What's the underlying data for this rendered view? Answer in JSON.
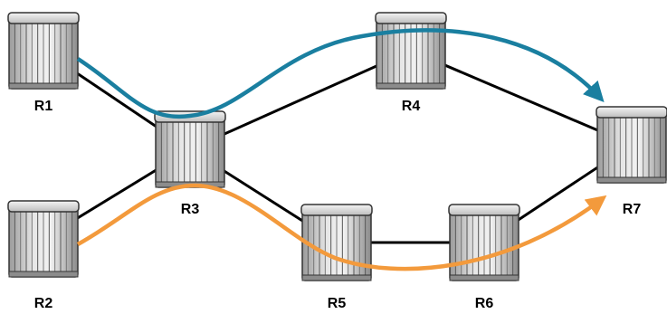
{
  "routers": [
    {
      "id": "R1",
      "label": "R1"
    },
    {
      "id": "R2",
      "label": "R2"
    },
    {
      "id": "R3",
      "label": "R3"
    },
    {
      "id": "R4",
      "label": "R4"
    },
    {
      "id": "R5",
      "label": "R5"
    },
    {
      "id": "R6",
      "label": "R6"
    },
    {
      "id": "R7",
      "label": "R7"
    }
  ],
  "links": [
    [
      "R1",
      "R3"
    ],
    [
      "R2",
      "R3"
    ],
    [
      "R3",
      "R4"
    ],
    [
      "R3",
      "R5"
    ],
    [
      "R4",
      "R7"
    ],
    [
      "R5",
      "R6"
    ],
    [
      "R6",
      "R7"
    ]
  ],
  "paths": [
    {
      "from": "R1",
      "via": [
        "R3",
        "R4"
      ],
      "to": "R7",
      "color": "#1a7fa0"
    },
    {
      "from": "R2",
      "via": [
        "R3",
        "R5",
        "R6"
      ],
      "to": "R7",
      "color": "#f39a3c"
    }
  ],
  "icon": "router-icon"
}
